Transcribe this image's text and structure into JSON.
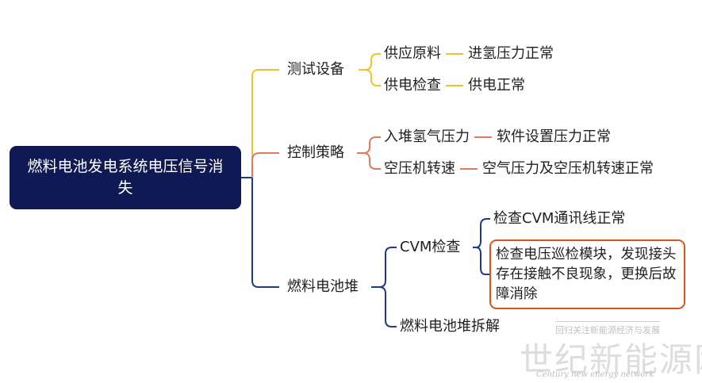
{
  "root": {
    "label": "燃料电池发电系统电压信号消失"
  },
  "branches": [
    {
      "label": "测试设备",
      "color": "#f2c12e",
      "children": [
        {
          "label": "供应原料",
          "result": "进氢压力正常"
        },
        {
          "label": "供电检查",
          "result": "供电正常"
        }
      ]
    },
    {
      "label": "控制策略",
      "color": "#e07a5f",
      "children": [
        {
          "label": "入堆氢气压力",
          "result": "软件设置压力正常"
        },
        {
          "label": "空压机转速",
          "result": "空气压力及空压机转速正常"
        }
      ]
    },
    {
      "label": "燃料电池堆",
      "color": "#1f3a8a",
      "children": [
        {
          "label": "CVM检查",
          "children": [
            {
              "label": "检查CVM通讯线正常"
            },
            {
              "label": "检查电压巡检模块，发现接头存在接触不良现象，更换后故障消除",
              "highlight_color": "#d9541e"
            }
          ]
        },
        {
          "label": "燃料电池堆拆解"
        }
      ]
    }
  ],
  "watermark": {
    "top": "回归关注新能源经济与发展",
    "main": "世纪新能源网",
    "sub": "Century new energy network"
  }
}
